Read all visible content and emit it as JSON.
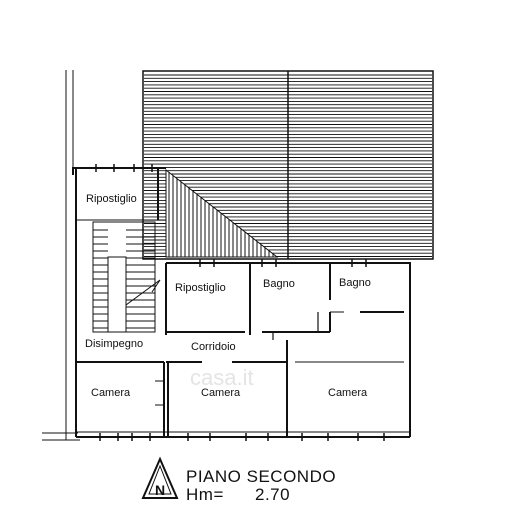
{
  "floor_plan": {
    "title": "PIANO SECONDO",
    "height_label": "Hm=",
    "height_value": "2.70",
    "north_label": "N",
    "watermark": "casa.it",
    "rooms": {
      "ripostiglio_upper": "Ripostiglio",
      "ripostiglio_lower": "Ripostiglio",
      "bagno_left": "Bagno",
      "bagno_right": "Bagno",
      "disimpegno": "Disimpegno",
      "corridoio": "Corridoio",
      "camera_left": "Camera",
      "camera_center": "Camera",
      "camera_right": "Camera"
    }
  }
}
